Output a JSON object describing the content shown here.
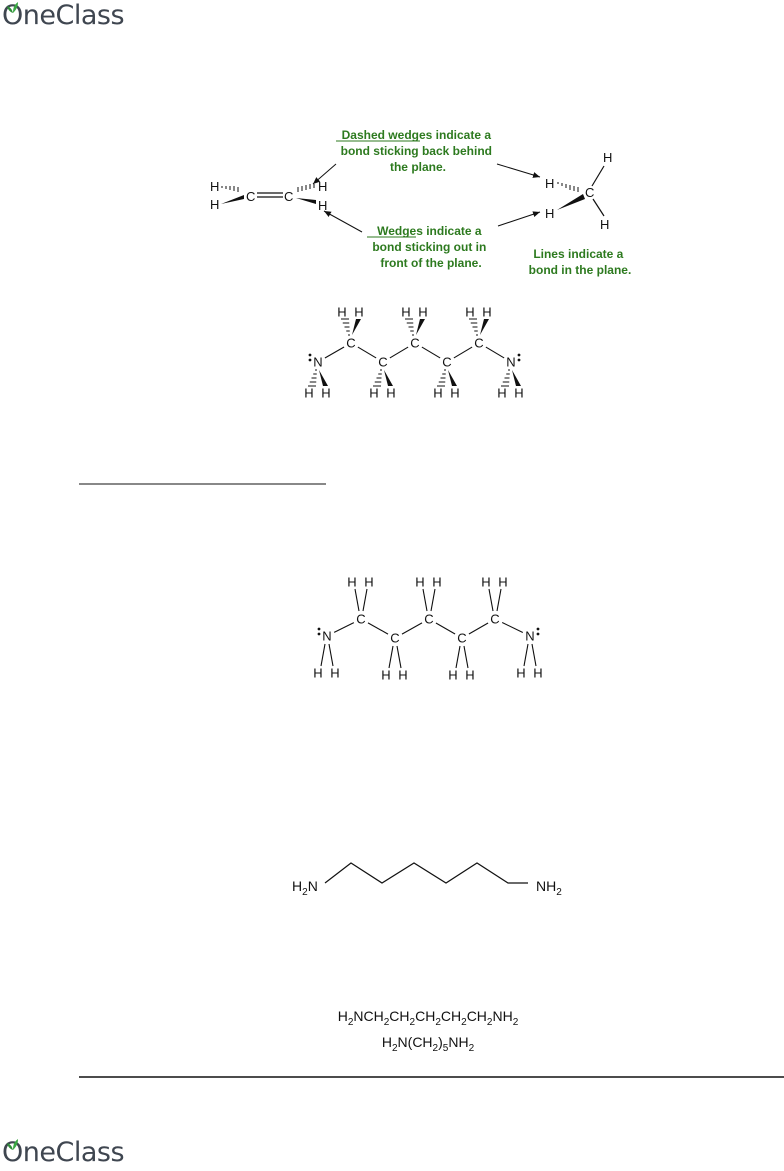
{
  "brand": {
    "name": "OneClass"
  },
  "figure1": {
    "dashed_caption": [
      "Dashed wedges indicate a",
      "bond sticking back behind",
      "the plane."
    ],
    "dashed_underline": "Dashed wedges",
    "wedge_caption": [
      "Wedges indicate a",
      "bond sticking out in",
      "front of the plane."
    ],
    "wedge_underline": "Wedges",
    "line_caption": [
      "Lines indicate a",
      "bond in the plane."
    ],
    "accent_color": "#2d7a1f"
  },
  "formulas": {
    "line1": [
      "H",
      "2",
      "NCH",
      "2",
      "CH",
      "2",
      "CH",
      "2",
      "CH",
      "2",
      "CH",
      "2",
      "NH",
      "2"
    ],
    "line2": [
      "H",
      "2",
      "N(CH",
      "2",
      ")",
      "5",
      "NH",
      "2"
    ],
    "left_group": [
      "H",
      "2",
      "N"
    ],
    "right_group": [
      "NH",
      "2"
    ]
  }
}
